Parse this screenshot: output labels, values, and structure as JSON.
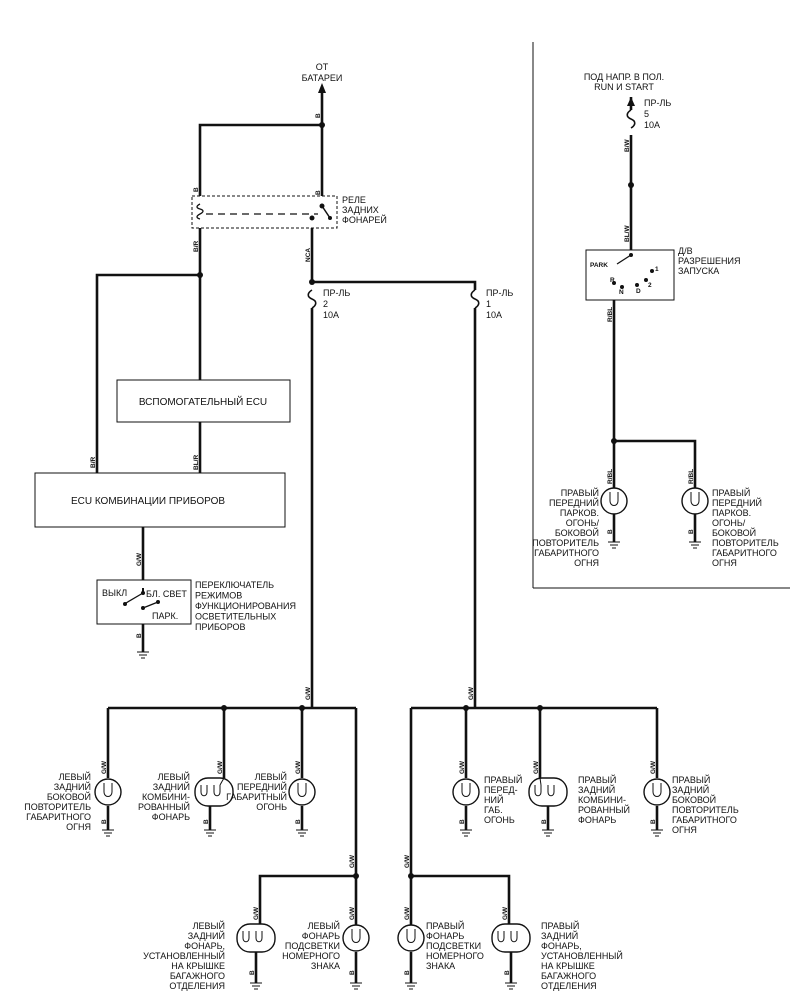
{
  "top": {
    "battery": [
      "ОТ",
      "БАТАРЕИ"
    ],
    "relay": [
      "РЕЛЕ",
      "ЗАДНИХ",
      "ФОНАРЕЙ"
    ],
    "fuse2": [
      "ПР-ЛЬ",
      "2",
      "10A"
    ],
    "fuse1": [
      "ПР-ЛЬ",
      "1",
      "10A"
    ],
    "aux_ecu": "ВСПОМОГАТЕЛЬНЫЙ ECU",
    "cluster_ecu": "ECU  КОМБИНАЦИИ ПРИБОРОВ",
    "switch_off": "ВЫКЛ",
    "switch_tail": "БЛ. СВЕТ",
    "switch_park": "ПАРК.",
    "switch_label": [
      "ПЕРЕКЛЮЧАТЕЛЬ",
      "РЕЖИМОВ",
      "ФУНКЦИОНИРОВАНИЯ",
      "ОСВЕТИТЕЛЬНЫХ",
      "ПРИБОРОВ"
    ]
  },
  "inset": {
    "supply": [
      "ПОД НАПР. В ПОЛ.",
      "RUN И  START"
    ],
    "fuse5": [
      "ПР-ЛЬ",
      "5",
      "10A"
    ],
    "inhibit": [
      "Д/В",
      "РАЗРЕШЕНИЯ",
      "ЗАПУСКА"
    ],
    "pos_park": "PARK",
    "pos_r": "R",
    "pos_n": "N",
    "pos_d": "D",
    "pos_2": "2",
    "pos_1": "1",
    "lamp_left": [
      "ПРАВЫЙ",
      "ПЕРЕДНИЙ",
      "ПАРКОВ.",
      "ОГОНЬ/",
      "БОКОВОЙ",
      "ПОВТОРИТЕЛЬ",
      "ГАБАРИТНОГО",
      "ОГНЯ"
    ],
    "lamp_right": [
      "ПРАВЫЙ",
      "ПЕРЕДНИЙ",
      "ПАРКОВ.",
      "ОГОНЬ/",
      "БОКОВОЙ",
      "ПОВТОРИТЕЛЬ",
      "ГАБАРИТНОГО",
      "ОГНЯ"
    ]
  },
  "lamps": {
    "l_side_marker": [
      "ЛЕВЫЙ",
      "ЗАДНИЙ",
      "БОКОВОЙ",
      "ПОВТОРИТЕЛЬ",
      "ГАБАРИТНОГО",
      "ОГНЯ"
    ],
    "l_combo": [
      "ЛЕВЫЙ",
      "ЗАДНИЙ",
      "КОМБИНИ-",
      "РОВАННЫЙ",
      "ФОНАРЬ"
    ],
    "l_front_marker": [
      "ЛЕВЫЙ",
      "ПЕРЕДНИЙ",
      "ГАБАРИТНЫЙ",
      "ОГОНЬ"
    ],
    "l_trunk": [
      "ЛЕВЫЙ",
      "ЗАДНИЙ",
      "ФОНАРЬ,",
      "УСТАНОВЛЕННЫЙ",
      "НА КРЫШКЕ",
      "БАГАЖНОГО",
      "ОТДЕЛЕНИЯ"
    ],
    "l_plate": [
      "ЛЕВЫЙ",
      "ФОНАРЬ",
      "ПОДСВЕТКИ",
      "НОМЕРНОГО",
      "ЗНАКА"
    ],
    "r_front_marker": [
      "ПРАВЫЙ",
      "ПЕРЕД-",
      "НИЙ",
      "ГАБ.",
      "ОГОНЬ"
    ],
    "r_combo": [
      "ПРАВЫЙ",
      "ЗАДНИЙ",
      "КОМБИНИ-",
      "РОВАННЫЙ",
      "ФОНАРЬ"
    ],
    "r_side_marker": [
      "ПРАВЫЙ",
      "ЗАДНИЙ",
      "БОКОВОЙ",
      "ПОВТОРИТЕЛЬ",
      "ГАБАРИТНОГО",
      "ОГНЯ"
    ],
    "r_plate": [
      "ПРАВЫЙ",
      "ФОНАРЬ",
      "ПОДСВЕТКИ",
      "НОМЕРНОГО",
      "ЗНАКА"
    ],
    "r_trunk": [
      "ПРАВЫЙ",
      "ЗАДНИЙ",
      "ФОНАРЬ,",
      "УСТАНОВЛЕННЫЙ",
      "НА КРЫШКЕ",
      "БАГАЖНОГО",
      "ОТДЕЛЕНИЯ"
    ]
  },
  "wires": {
    "b": "B",
    "br": "B/R",
    "blr": "BL/R",
    "nca": "NCA",
    "gw": "G/W",
    "bw": "B/W",
    "blw": "BL/W",
    "rbl": "R/BL"
  }
}
